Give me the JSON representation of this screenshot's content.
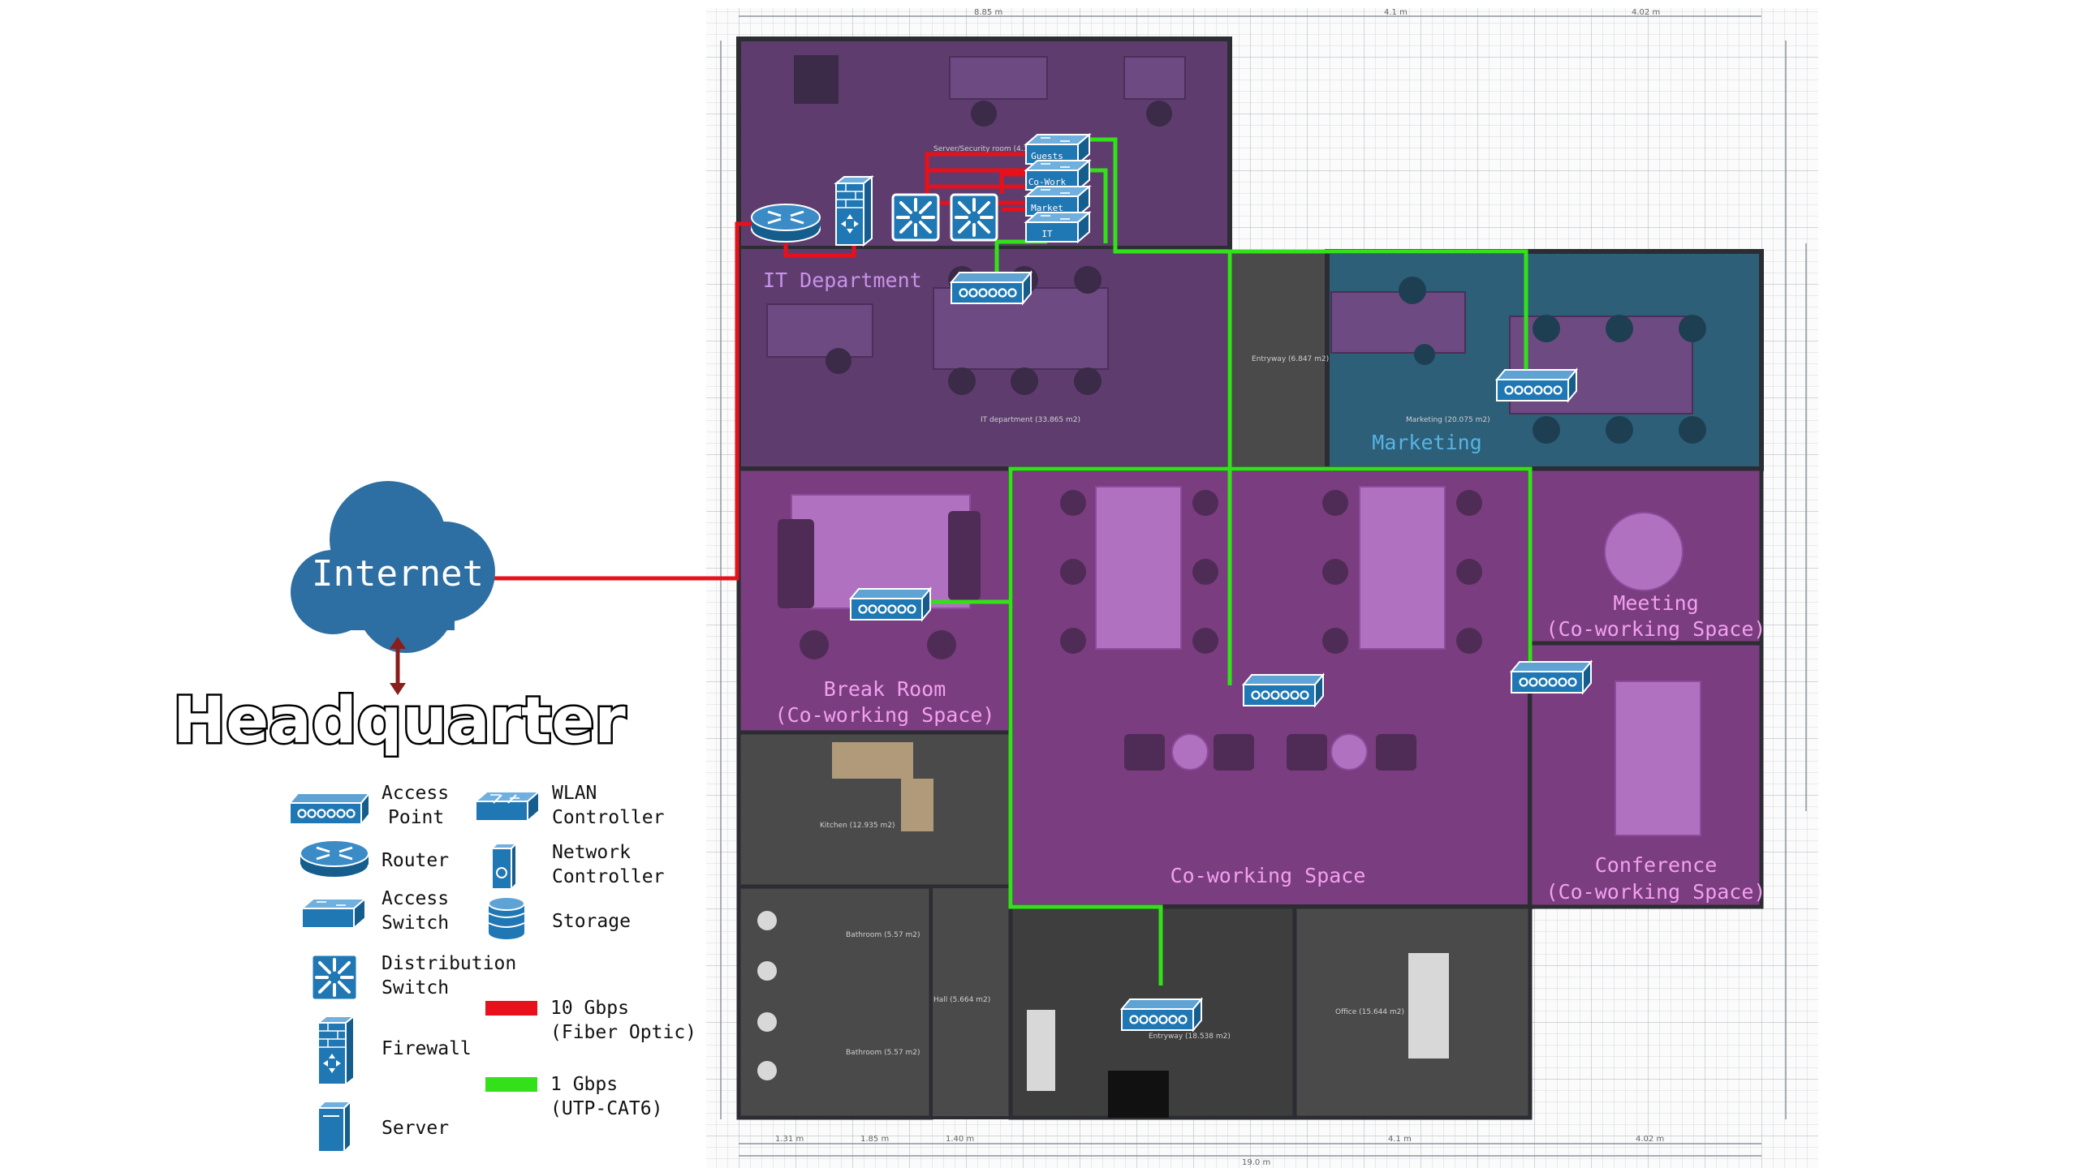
{
  "cloud": {
    "label": "Internet"
  },
  "title": "Headquarter",
  "rooms": {
    "it_department": "IT Department",
    "marketing": "Marketing",
    "break_room_1": "Break Room",
    "break_room_2": "(Co-working Space)",
    "meeting_1": "Meeting",
    "meeting_2": "(Co-working Space)",
    "coworking": "Co-working Space",
    "conference_1": "Conference",
    "conference_2": "(Co-working Space)"
  },
  "switch_labels": [
    "Guests",
    "Co-Work",
    "Market",
    "IT"
  ],
  "legend": {
    "access_point_1": "Access",
    "access_point_2": "Point",
    "router": "Router",
    "access_switch_1": "Access",
    "access_switch_2": "Switch",
    "distribution_switch_1": "Distribution",
    "distribution_switch_2": "Switch",
    "firewall": "Firewall",
    "server": "Server",
    "wlan_controller_1": "WLAN",
    "wlan_controller_2": "Controller",
    "network_controller_1": "Network",
    "network_controller_2": "Controller",
    "storage": "Storage",
    "fiber_1": "10 Gbps",
    "fiber_2": "(Fiber Optic)",
    "cat6_1": "1 Gbps",
    "cat6_2": "(UTP-CAT6)"
  },
  "colors": {
    "fiber": "#e8101a",
    "cat6": "#33e01a",
    "device": "#1f77b4",
    "device_dark": "#155d8c",
    "it_room": "#5e3d6e",
    "marketing_room": "#2d5f78",
    "coworking_room": "#7a3d80",
    "service_room": "#4a4a4a",
    "label_purple": "#c992e8",
    "label_blue": "#56b4e3",
    "label_pink": "#f2a0ee"
  },
  "plan_texts": {
    "dim_top_1": "8.85 m",
    "dim_top_2": "4.1 m",
    "dim_top_3": "4.02 m",
    "dim_bottom_total": "19.0 m",
    "dim_b1": "1.31 m",
    "dim_b2": "1.85 m",
    "dim_b3": "1.40 m",
    "dim_b4": "4.1 m",
    "dim_b5": "4.02 m",
    "room_server": "Server/Security room (4.397 m2)",
    "room_it": "IT department (33.865 m2)",
    "room_entryway": "Entryway (6.847 m2)",
    "room_marketing": "Marketing (20.075 m2)",
    "room_kitchen": "Kitchen (12.935 m2)",
    "room_bathroom_1": "Bathroom (5.57 m2)",
    "room_bathroom_2": "Bathroom (5.57 m2)",
    "room_hall": "Hall (5.664 m2)",
    "room_entryway2": "Entryway (18.538 m2)",
    "room_office": "Office (15.644 m2)"
  }
}
